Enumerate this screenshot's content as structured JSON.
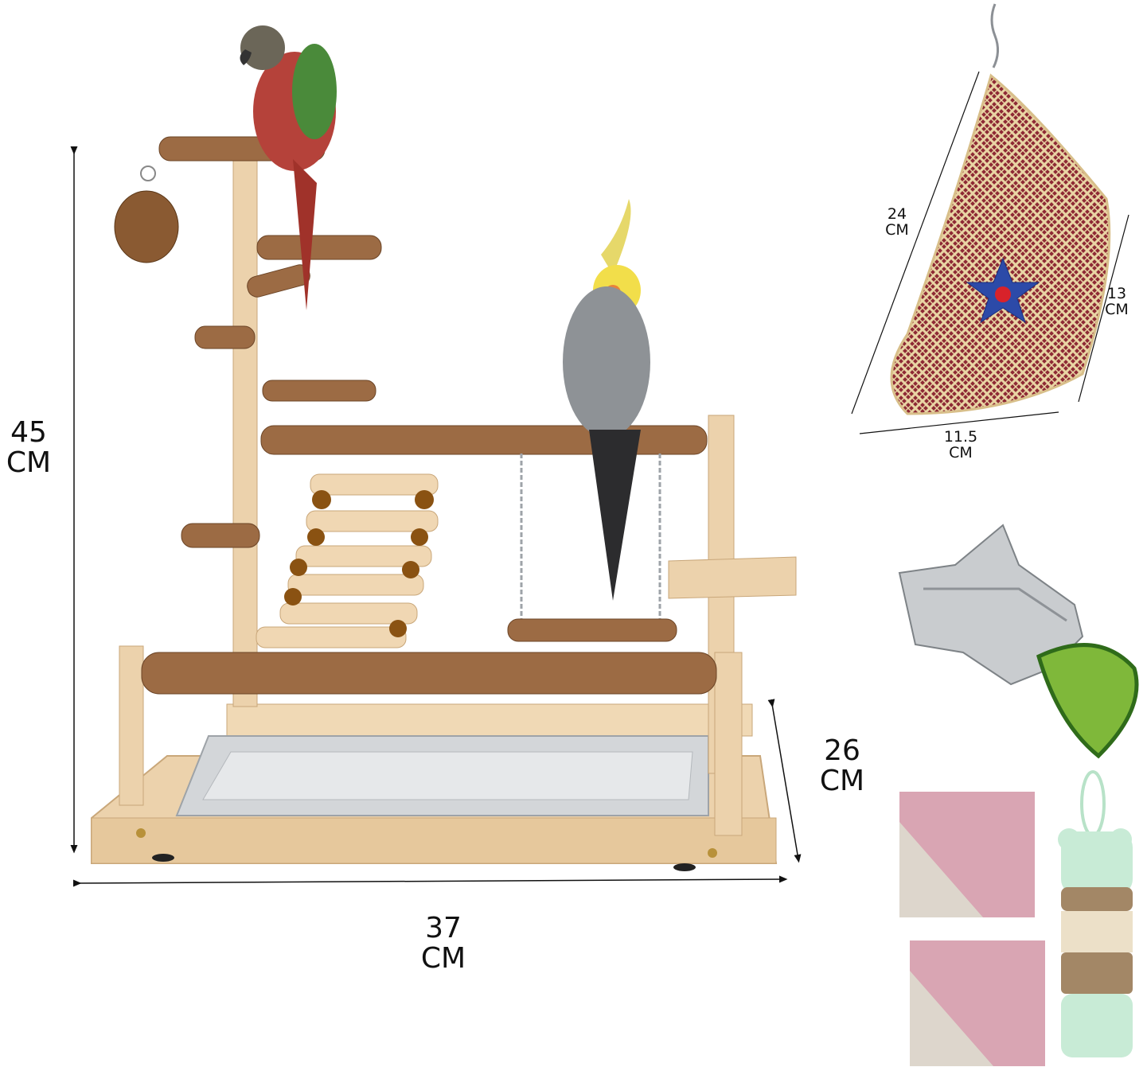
{
  "image": {
    "description": "Parrot play stand product photo with dimensions and accessories",
    "background": "#ffffff"
  },
  "main_product": {
    "name": "wooden-bird-play-stand",
    "dimensions": {
      "height": {
        "value": "45",
        "unit": "CM"
      },
      "width": {
        "value": "37",
        "unit": "CM"
      },
      "depth": {
        "value": "26",
        "unit": "CM"
      }
    },
    "parts": [
      "top-perch",
      "pine-cone-toy",
      "side-perches",
      "ladder",
      "swing",
      "main-perch",
      "platform",
      "bottom-perch",
      "steel-tray",
      "wooden-base"
    ]
  },
  "birds": [
    {
      "name": "green-cheeked-conure",
      "colors": [
        "#4a8a3a",
        "#c0392b",
        "#6b7a80"
      ]
    },
    {
      "name": "cockatiel",
      "colors": [
        "#8e9296",
        "#f2de4a",
        "#e8823a"
      ]
    }
  ],
  "accessories": {
    "foraging_toy": {
      "name": "bamboo-foraging-basket",
      "dimensions": {
        "length": {
          "value": "24",
          "unit": "CM"
        },
        "side": {
          "value": "13",
          "unit": "CM"
        },
        "bottom": {
          "value": "11.5",
          "unit": "CM"
        }
      }
    },
    "food_clip": {
      "name": "stainless-steel-food-clip"
    },
    "towels": {
      "name": "cleaning-towels",
      "count": 2,
      "colors": [
        "#d9a5b3",
        "#ddd6cc"
      ]
    },
    "food_container": {
      "name": "stackable-food-container",
      "colors": [
        "#c8ebd6",
        "#a38766",
        "#ece0c8"
      ]
    }
  },
  "colors": {
    "wood_light": "#ecd2ac",
    "wood_branch": "#9c6b44",
    "wood_dark": "#6b4426",
    "steel": "#d3d6d9",
    "text": "#111111"
  }
}
